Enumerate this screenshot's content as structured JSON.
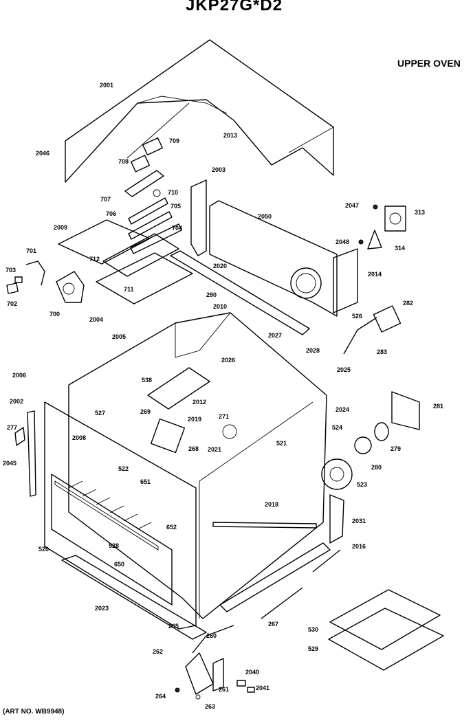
{
  "header": {
    "title": "JKP27G*D2",
    "section": "UPPER OVEN"
  },
  "footer": {
    "art_no": "(ART NO. WB9948)"
  },
  "callouts": [
    "2001",
    "2013",
    "2046",
    "709",
    "708",
    "710",
    "707",
    "706",
    "705",
    "704",
    "712",
    "711",
    "2009",
    "701",
    "703",
    "702",
    "700",
    "2004",
    "2005",
    "2003",
    "2050",
    "2020",
    "290",
    "2010",
    "2027",
    "2028",
    "2026",
    "2025",
    "2047",
    "313",
    "2048",
    "314",
    "2014",
    "282",
    "526",
    "283",
    "2006",
    "2002",
    "538",
    "2012",
    "527",
    "269",
    "2019",
    "271",
    "268",
    "2008",
    "522",
    "277",
    "2045",
    "651",
    "652",
    "528",
    "520",
    "650",
    "2023",
    "2021",
    "521",
    "2024",
    "524",
    "281",
    "279",
    "280",
    "523",
    "2018",
    "2031",
    "2016",
    "265",
    "267",
    "260",
    "262",
    "530",
    "529",
    "261",
    "2040",
    "2041",
    "264",
    "263"
  ]
}
